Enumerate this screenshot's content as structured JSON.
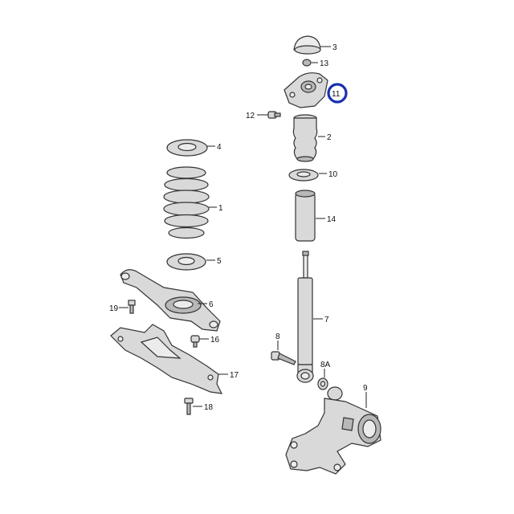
{
  "diagram": {
    "highlight_color": "#1a2fb0",
    "parts": {
      "p1": "1",
      "p2": "2",
      "p3": "3",
      "p4": "4",
      "p5": "5",
      "p6": "6",
      "p7": "7",
      "p8": "8",
      "p8a": "8A",
      "p9": "9",
      "p10": "10",
      "p11": "11",
      "p12": "12",
      "p13": "13",
      "p14": "14",
      "p16": "16",
      "p17": "17",
      "p18": "18",
      "p19": "19"
    }
  }
}
